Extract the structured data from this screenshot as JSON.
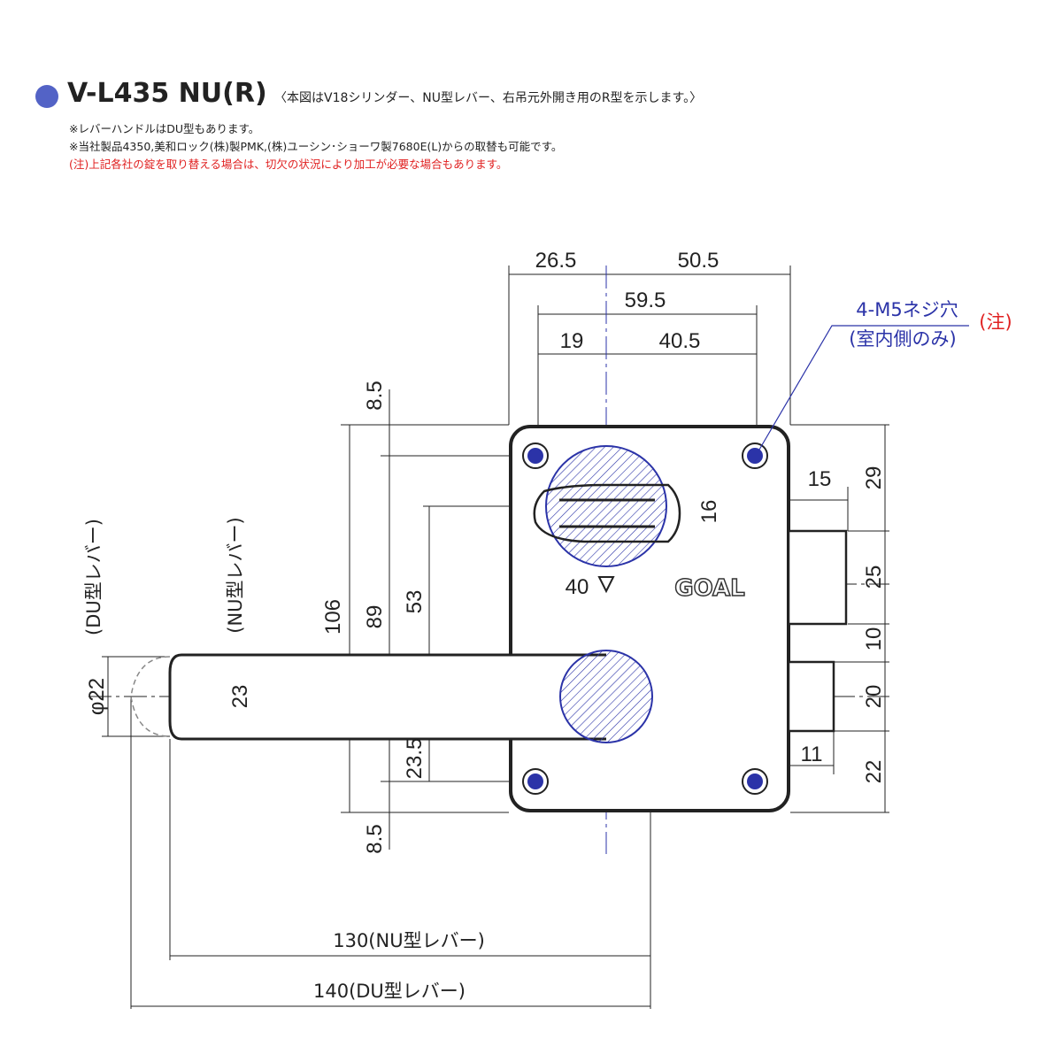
{
  "header": {
    "model": "V-L435 NU(R)",
    "description": "〈本図はV18シリンダー、NU型レバー、右吊元外開き用のR型を示します。〉",
    "notes": [
      "※レバーハンドルはDU型もあります。",
      "※当社製品4350,美和ロック(株)製PMK,(株)ユーシン･ショーワ製7680E(L)からの取替も可能です。"
    ],
    "caution": "(注)上記各社の錠を取り替える場合は、切欠の状況により加工が必要な場合もあります。"
  },
  "drawing": {
    "brand": "GOAL",
    "dims_top": {
      "a": "26.5",
      "b": "50.5",
      "c": "59.5",
      "d": "19",
      "e": "40.5"
    },
    "dims_left": {
      "top": "8.5",
      "bottom": "8.5",
      "h106": "106",
      "h89": "89",
      "h53": "53",
      "h23_5": "23.5",
      "h23": "23",
      "phi22": "φ22"
    },
    "dims_right": {
      "d29": "29",
      "d25": "25",
      "d10": "10",
      "d20": "20",
      "d22": "22",
      "d15": "15",
      "d11": "11",
      "d16": "16"
    },
    "dim_40": "40",
    "lever_nu": "(NU型レバー)",
    "lever_du": "(DU型レバー)",
    "len_nu": "130(NU型レバー)",
    "len_du": "140(DU型レバー)",
    "callout": {
      "line1": "4-M5ネジ穴",
      "line2": "(室内側のみ)",
      "note": "(注)"
    },
    "colors": {
      "blue": "#2b33a8",
      "red": "#e02020",
      "dot": "#5363c6"
    }
  }
}
